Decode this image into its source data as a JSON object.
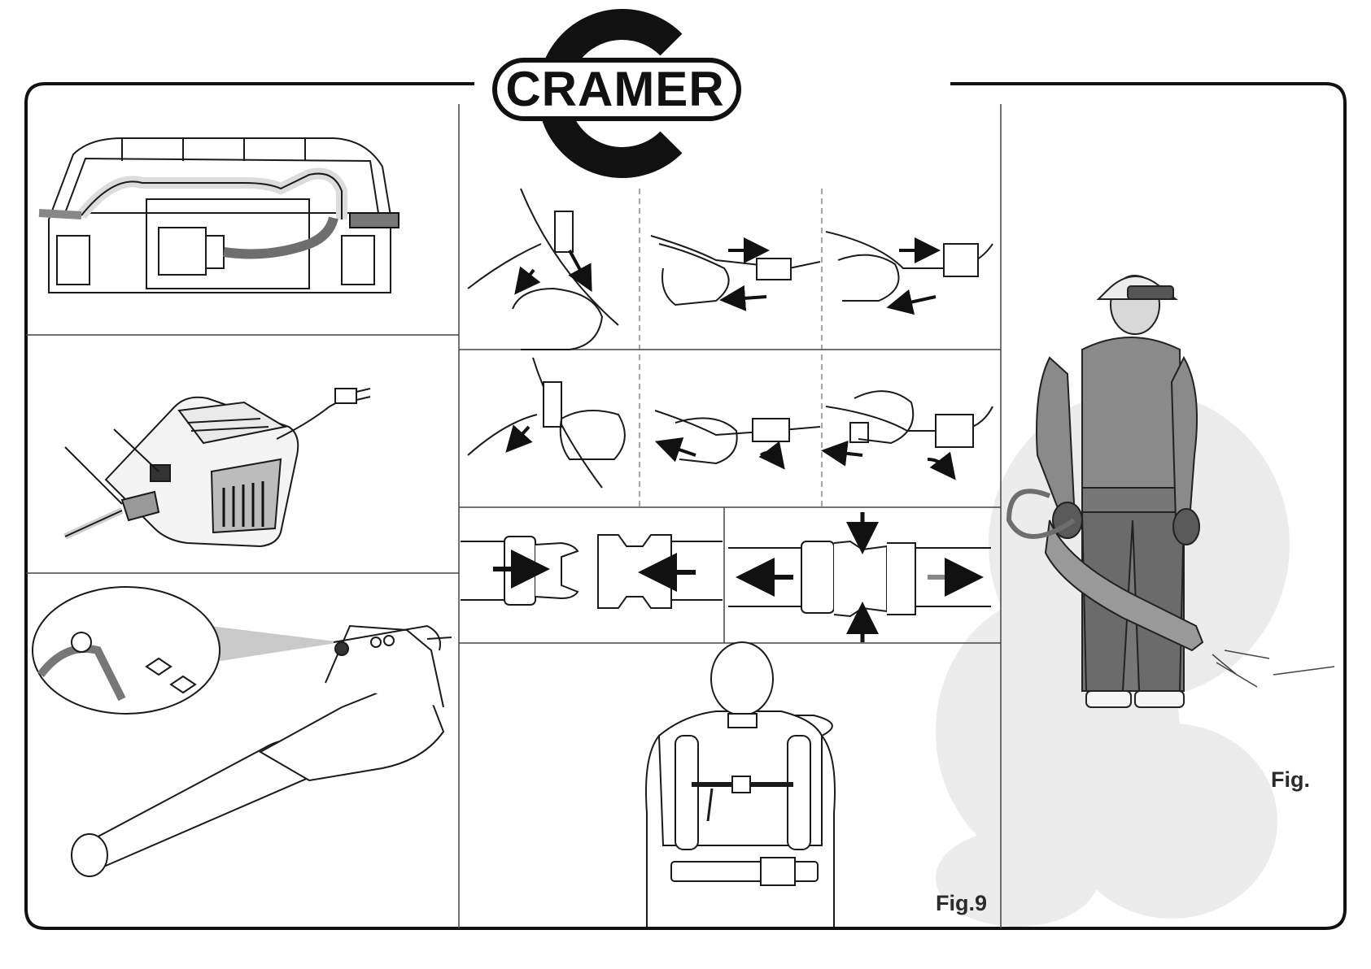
{
  "brand": {
    "name": "CRAMER"
  },
  "figures": {
    "fig9_label": "Fig.9",
    "right_label": "Fig."
  },
  "colors": {
    "ink": "#111111",
    "line": "#1a1a1a",
    "watermark": "#ececec",
    "person_fill": "#8a8a8a",
    "person_dark": "#5a5a5a",
    "hose": "#6e6e6e"
  },
  "icons": [
    "cramer-logo",
    "battery-holder-illustration",
    "charger-illustration",
    "blower-detail-illustration",
    "harness-strap-steps",
    "buckle-diagram",
    "harness-wearer-illustration",
    "operator-illustration",
    "beaver-watermark"
  ]
}
